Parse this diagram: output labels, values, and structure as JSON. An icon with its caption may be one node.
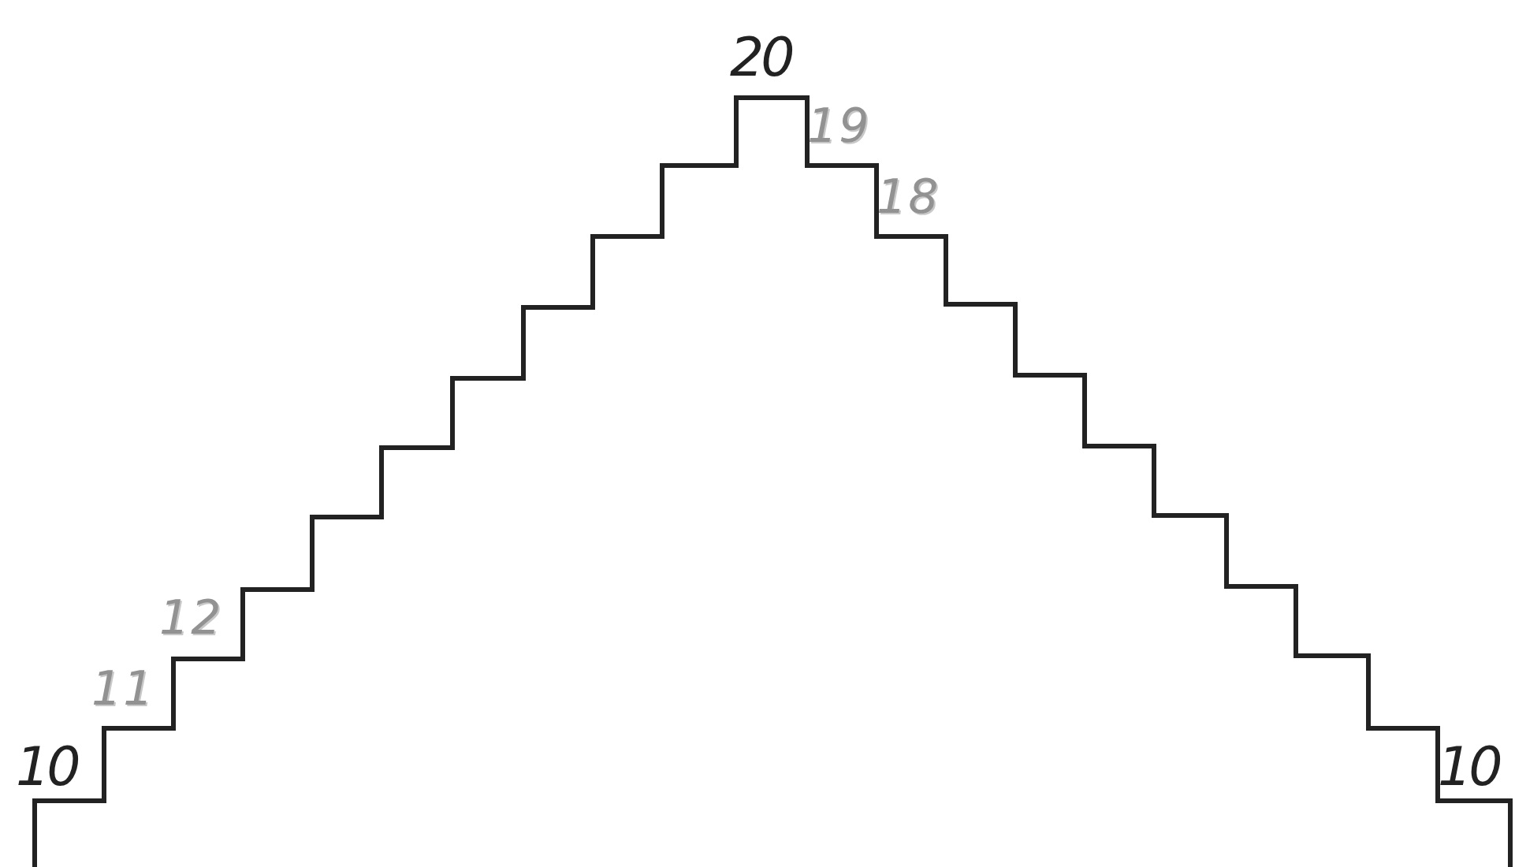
{
  "diagram": {
    "labels": [
      "20",
      "19",
      "18",
      "12",
      "11",
      "10",
      "10"
    ]
  }
}
